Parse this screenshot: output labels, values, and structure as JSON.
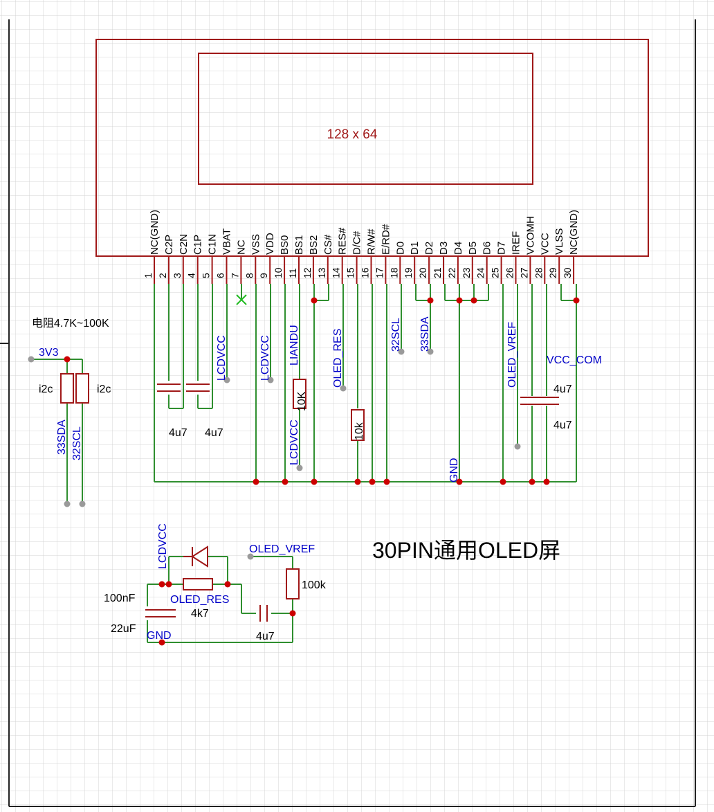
{
  "oled": {
    "resolution": "128 x 64",
    "pins": [
      {
        "num": "1",
        "name": "NC(GND)"
      },
      {
        "num": "2",
        "name": "C2P"
      },
      {
        "num": "3",
        "name": "C2N"
      },
      {
        "num": "4",
        "name": "C1P"
      },
      {
        "num": "5",
        "name": "C1N"
      },
      {
        "num": "6",
        "name": "VBAT"
      },
      {
        "num": "7",
        "name": "NC"
      },
      {
        "num": "8",
        "name": "VSS"
      },
      {
        "num": "9",
        "name": "VDD"
      },
      {
        "num": "10",
        "name": "BS0"
      },
      {
        "num": "11",
        "name": "BS1"
      },
      {
        "num": "12",
        "name": "BS2"
      },
      {
        "num": "13",
        "name": "CS#"
      },
      {
        "num": "14",
        "name": "RES#"
      },
      {
        "num": "15",
        "name": "D/C#"
      },
      {
        "num": "16",
        "name": "R/W#"
      },
      {
        "num": "17",
        "name": "E/RD#"
      },
      {
        "num": "18",
        "name": "D0"
      },
      {
        "num": "19",
        "name": "D1"
      },
      {
        "num": "20",
        "name": "D2"
      },
      {
        "num": "21",
        "name": "D3"
      },
      {
        "num": "22",
        "name": "D4"
      },
      {
        "num": "23",
        "name": "D5"
      },
      {
        "num": "24",
        "name": "D6"
      },
      {
        "num": "25",
        "name": "D7"
      },
      {
        "num": "26",
        "name": "IREF"
      },
      {
        "num": "27",
        "name": "VCOMH"
      },
      {
        "num": "28",
        "name": "VCC"
      },
      {
        "num": "29",
        "name": "VLSS"
      },
      {
        "num": "30",
        "name": "NC(GND)"
      }
    ]
  },
  "net_labels": {
    "lcdvcc_vbat": "LCDVCC",
    "lcdvcc_vdd": "LCDVCC",
    "lcdvcc_bs1": "LCDVCC",
    "liandu": "LIANDU",
    "oled_res_pin": "OLED_RES",
    "scl_pin": "32SCL",
    "sda_pin": "33SDA",
    "oled_vref_pin": "OLED_VREF",
    "vcc_com": "VCC_COM",
    "gnd_main": "GND",
    "v3v3": "3V3",
    "sda_pullup": "33SDA",
    "scl_pullup": "32SCL",
    "lcdvcc_res": "LCDVCC",
    "oled_vref_res": "OLED_VREF",
    "oled_res_res": "OLED_RES",
    "gnd_res": "GND"
  },
  "components": {
    "cap_c2": "4u7",
    "cap_c1": "4u7",
    "res_bs1": "10K",
    "res_iref": "10k",
    "cap_vcomh_top": "4u7",
    "cap_vcomh_bottom": "4u7",
    "pullup_note": "电阻4.7K~100K",
    "pullup_left": "i2c",
    "pullup_right": "i2c",
    "res_cap_100n": "100nF",
    "res_cap_22u": "22uF",
    "res_r_4k7": "4k7",
    "res_r_100k": "100k",
    "res_cap_4u7": "4u7"
  },
  "title": "30PIN通用OLED屏",
  "colors": {
    "grid": "#d4d4d4",
    "part": "#a01818",
    "wire": "#2f8f2f",
    "junction": "#cc0000",
    "net": "#0000c8",
    "text": "#000000",
    "pin_end": "#9a9a9a",
    "noconnect": "#22bb22"
  }
}
